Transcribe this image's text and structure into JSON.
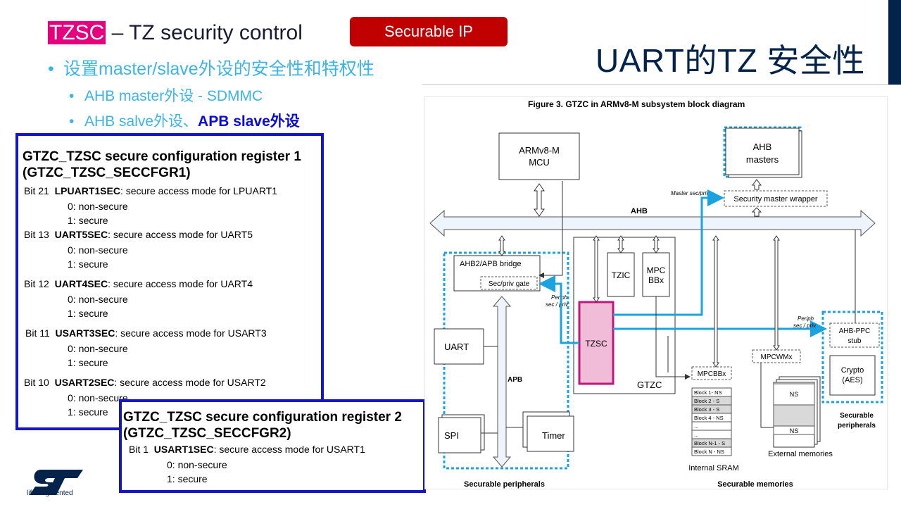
{
  "header": {
    "tag": "TZSC",
    "title_rest": " – TZ security control",
    "badge": "Securable IP",
    "big_title": "UART的TZ 安全性"
  },
  "bullets": {
    "main": "设置master/slave外设的安全性和特权性",
    "sub1": "AHB master外设 - SDMMC",
    "sub2_plain": "AHB salve外设、",
    "sub2_bold": "APB slave外设"
  },
  "reg1": {
    "title_line1": "GTZC_TZSC secure configuration register 1",
    "title_line2": "(GTZC_TZSC_SECCFGR1)",
    "bits": [
      {
        "bit": "Bit 21",
        "name": "LPUART1SEC",
        "desc": ": secure access mode for LPUART1",
        "v0": "0: non-secure",
        "v1": "1: secure"
      },
      {
        "bit": "Bit 13",
        "name": "UART5SEC",
        "desc": ": secure access mode for UART5",
        "v0": "0: non-secure",
        "v1": "1: secure"
      },
      {
        "bit": "Bit 12",
        "name": "UART4SEC",
        "desc": ": secure access mode for UART4",
        "v0": "0: non-secure",
        "v1": "1: secure"
      },
      {
        "bit": "Bit 11",
        "name": "USART3SEC",
        "desc": ": secure access mode for USART3",
        "v0": "0: non-secure",
        "v1": "1: secure"
      },
      {
        "bit": "Bit 10",
        "name": "USART2SEC",
        "desc": ": secure access mode for USART2",
        "v0": "0: non-secure",
        "v1": "1: secure"
      }
    ]
  },
  "reg2": {
    "title_line1": "GTZC_TZSC secure configuration register 2",
    "title_line2": "(GTZC_TZSC_SECCFGR2)",
    "bit": "Bit 1",
    "name": "USART1SEC",
    "desc": ": secure access mode for USART1",
    "v0": "0: non-secure",
    "v1": "1: secure"
  },
  "figure": {
    "caption": "Figure 3. GTZC in ARMv8-M subsystem block diagram",
    "mcu_line1": "ARMv8-M",
    "mcu_line2": "MCU",
    "ahb_masters_line1": "AHB",
    "ahb_masters_line2": "masters",
    "master_sec_priv": "Master sec/priv",
    "security_master_wrapper": "Security master wrapper",
    "ahb": "AHB",
    "bridge": "AHB2/APB bridge",
    "sec_priv_gate": "Sec/priv gate",
    "periph_sec_priv_left_1": "Periph",
    "periph_sec_priv_left_2": "sec / priv",
    "tzic": "TZIC",
    "mpcbb_1": "MPC",
    "mpcbb_2": "BBx",
    "tzsc": "TZSC",
    "gtzc": "GTZC",
    "periph_sec_priv_right_1": "Periph",
    "periph_sec_priv_right_2": "sec / priv",
    "ahb_ppc_1": "AHB-PPC",
    "ahb_ppc_2": "stub",
    "uart": "UART",
    "apb": "APB",
    "spi": "SPI",
    "timer": "Timer",
    "mpcbbx": "MPCBBx",
    "mpcwmx": "MPCWMx",
    "crypto_1": "Crypto",
    "crypto_2": "(AES)",
    "sram_blocks": [
      "Block 1- NS",
      "Block 2 - S",
      "Block 3 - S",
      "Block 4 - NS",
      "...",
      "...",
      "Block N-1 - S",
      "Block N - NS"
    ],
    "ns_1": "NS",
    "ns_2": "NS",
    "internal_sram": "Internal SRAM",
    "external_memories": "External memories",
    "securable_peripherals_right_1": "Securable",
    "securable_peripherals_right_2": "peripherals",
    "securable_peripherals_bottom": "Securable peripherals",
    "securable_memories": "Securable memories"
  },
  "logo": {
    "tagline": "life.augmented"
  }
}
